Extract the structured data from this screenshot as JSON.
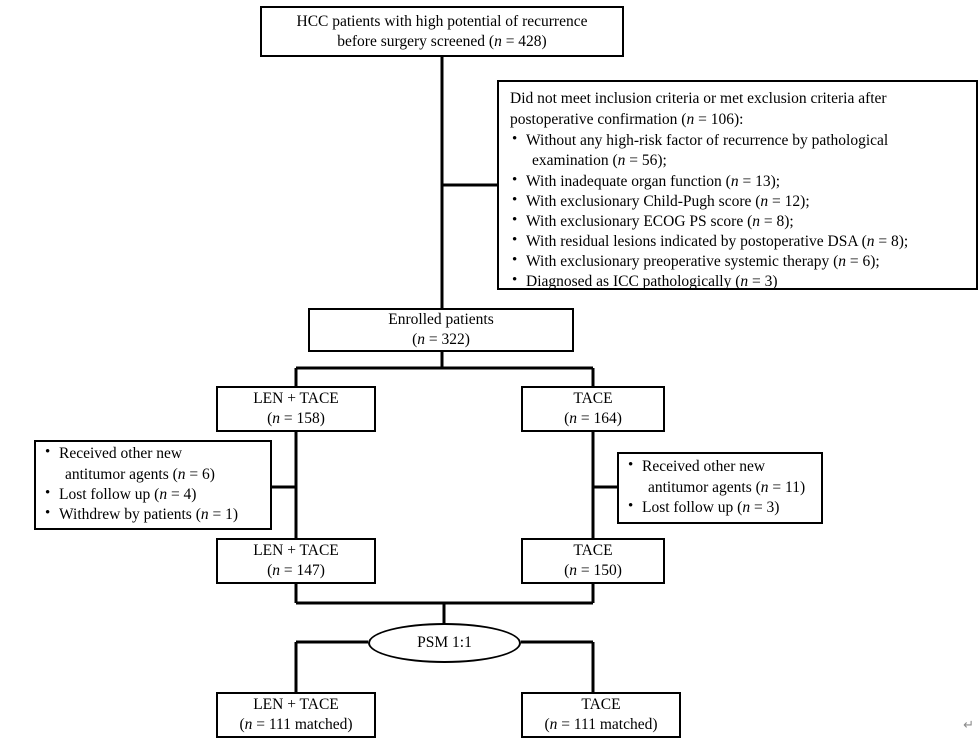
{
  "figure": {
    "type": "flowchart",
    "subject": "CONSORT-style patient enrollment and propensity score matching flow"
  },
  "nodes": {
    "screened": {
      "line1": "HCC patients with high potential of recurrence",
      "line2": "before surgery screened (n = 428)"
    },
    "enrolled": {
      "line1": "Enrolled patients",
      "line2": "(n = 322)"
    },
    "arm_left_1": {
      "line1": "LEN + TACE",
      "line2": "(n = 158)"
    },
    "arm_right_1": {
      "line1": "TACE",
      "line2": "(n = 164)"
    },
    "arm_left_2": {
      "line1": "LEN + TACE",
      "line2": "(n = 147)"
    },
    "arm_right_2": {
      "line1": "TACE",
      "line2": "(n = 150)"
    },
    "psm": {
      "label": "PSM 1:1"
    },
    "arm_left_3": {
      "line1": "LEN + TACE",
      "line2": "(n = 111 matched)"
    },
    "arm_right_3": {
      "line1": "TACE",
      "line2": "(n = 111 matched)"
    }
  },
  "exclusion_box": {
    "heading_line1": "Did not meet inclusion criteria or met exclusion criteria after",
    "heading_line2": "postoperative confirmation (n = 106):",
    "items": [
      {
        "text": "Without any high-risk factor of recurrence by pathological",
        "continuation": "examination (n = 56);"
      },
      {
        "text": "With inadequate organ function (n = 13);",
        "continuation": ""
      },
      {
        "text": "With exclusionary Child-Pugh score (n = 12);",
        "continuation": ""
      },
      {
        "text": "With exclusionary ECOG PS score (n = 8);",
        "continuation": ""
      },
      {
        "text": "With residual lesions indicated by postoperative DSA (n = 8);",
        "continuation": ""
      },
      {
        "text": "With exclusionary preoperative systemic therapy (n = 6);",
        "continuation": ""
      },
      {
        "text": "Diagnosed as ICC pathologically (n = 3)",
        "continuation": ""
      }
    ]
  },
  "dropout_left": {
    "items": [
      {
        "text": "Received other new",
        "continuation": "antitumor agents (n = 6)"
      },
      {
        "text": "Lost follow up (n = 4)",
        "continuation": ""
      },
      {
        "text": "Withdrew by patients (n = 1)",
        "continuation": ""
      }
    ]
  },
  "dropout_right": {
    "items": [
      {
        "text": "Received other new",
        "continuation": "antitumor agents (n = 11)"
      },
      {
        "text": "Lost follow up (n = 3)",
        "continuation": ""
      }
    ]
  },
  "marks": {
    "return_symbol": "↵"
  },
  "colors": {
    "stroke": "#000000",
    "background": "#ffffff",
    "return_mark": "#8a8a8a"
  }
}
